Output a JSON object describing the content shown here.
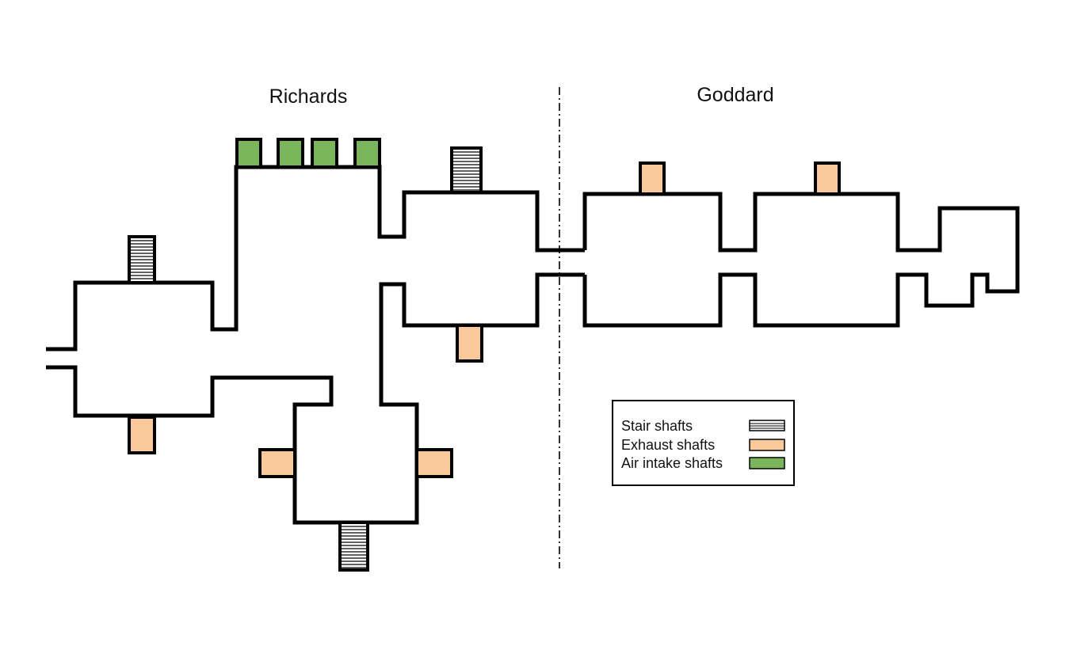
{
  "regions": {
    "left": "Richards",
    "right": "Goddard"
  },
  "legend": {
    "items": [
      {
        "label": "Stair shafts",
        "kind": "stair"
      },
      {
        "label": "Exhaust shafts",
        "kind": "exhaust"
      },
      {
        "label": "Air intake shafts",
        "kind": "intake"
      }
    ]
  },
  "colors": {
    "exhaust": "#f9c89b",
    "intake": "#7ab55c",
    "wall": "#000000"
  }
}
